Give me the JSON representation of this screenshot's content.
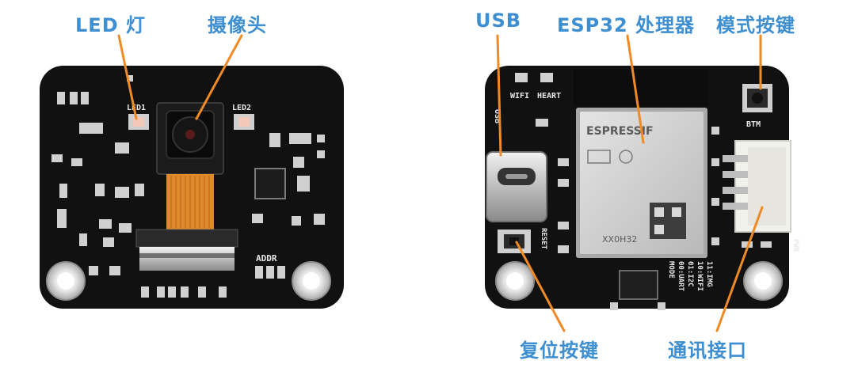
{
  "colors": {
    "label": "#3d8fd1",
    "leader": "#f08a24",
    "board": "#111111",
    "fpc": "#e0892b",
    "module": "#cfcfcf"
  },
  "labels": {
    "led": "LED 灯",
    "camera": "摄像头",
    "usb": "USB",
    "esp32": "ESP32 处理器",
    "mode_button": "模式按键",
    "reset_button": "复位按键",
    "comm_port": "通讯接口"
  },
  "silkscreen": {
    "led1": "LED1",
    "led2": "LED2",
    "addr": "ADDR",
    "wifi": "WIFI",
    "heart": "HEART",
    "btm": "BTM",
    "usb": "USB",
    "reset": "RESET",
    "pwr": "PWR",
    "module_brand": "ESPRESSIF",
    "module_model": "XX0H32",
    "mode_title": "MODE",
    "mode_0": "00:UART",
    "mode_1": "01:I2C",
    "mode_2": "10:WIFI",
    "mode_3": "11:IMG"
  }
}
